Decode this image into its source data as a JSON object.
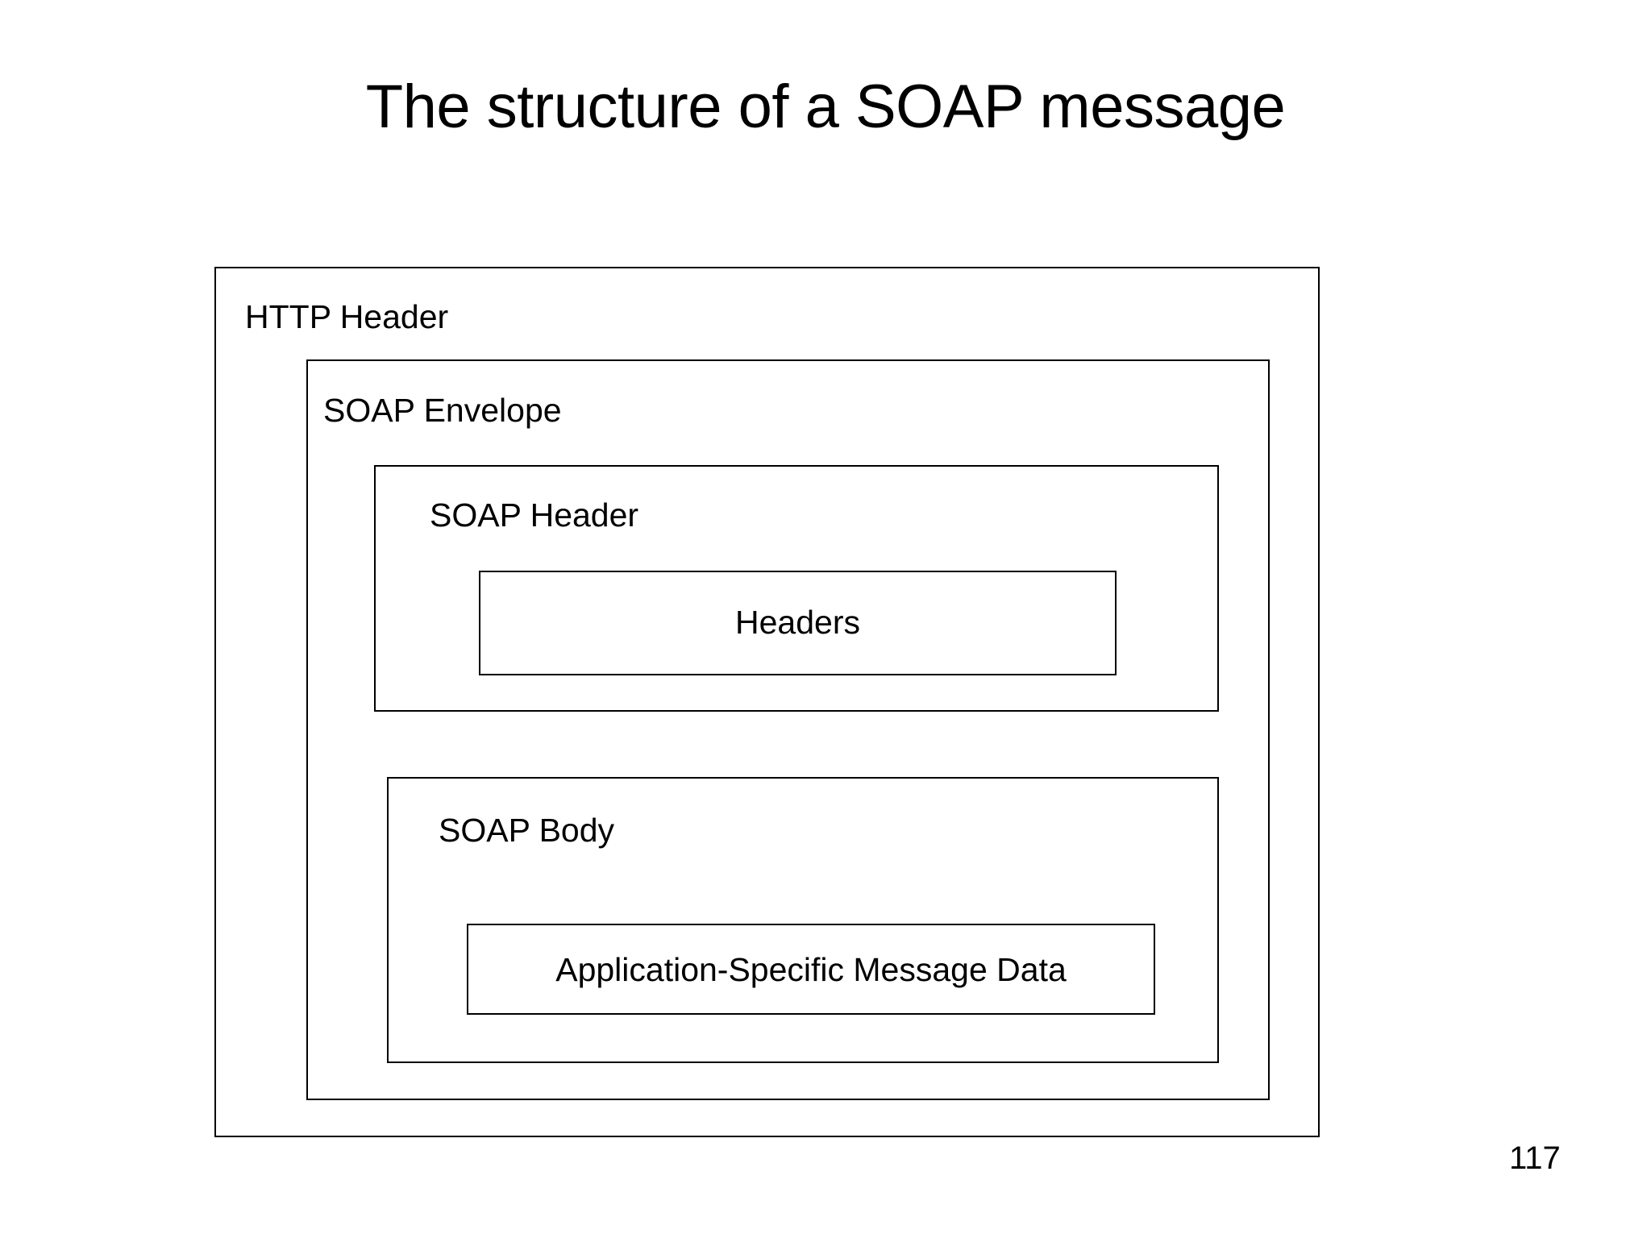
{
  "slide": {
    "title": "The structure of a SOAP message",
    "page_number": "117",
    "background_color": "#ffffff",
    "line_color": "#000000",
    "text_color": "#000000"
  },
  "diagram": {
    "type": "nested-boxes",
    "description": "Nested rectangles showing the layering of a SOAP message inside an HTTP request",
    "levels": [
      {
        "id": "http-header",
        "label": "HTTP Header",
        "label_align": "left",
        "depth": 0
      },
      {
        "id": "soap-envelope",
        "label": "SOAP Envelope",
        "label_align": "left",
        "depth": 1
      },
      {
        "id": "soap-header",
        "label": "SOAP Header",
        "label_align": "left",
        "depth": 2
      },
      {
        "id": "headers",
        "label": "Headers",
        "label_align": "center",
        "depth": 3
      },
      {
        "id": "soap-body",
        "label": "SOAP Body",
        "label_align": "left",
        "depth": 2
      },
      {
        "id": "app-data",
        "label": "Application-Specific Message Data",
        "label_align": "center",
        "depth": 3
      }
    ]
  }
}
